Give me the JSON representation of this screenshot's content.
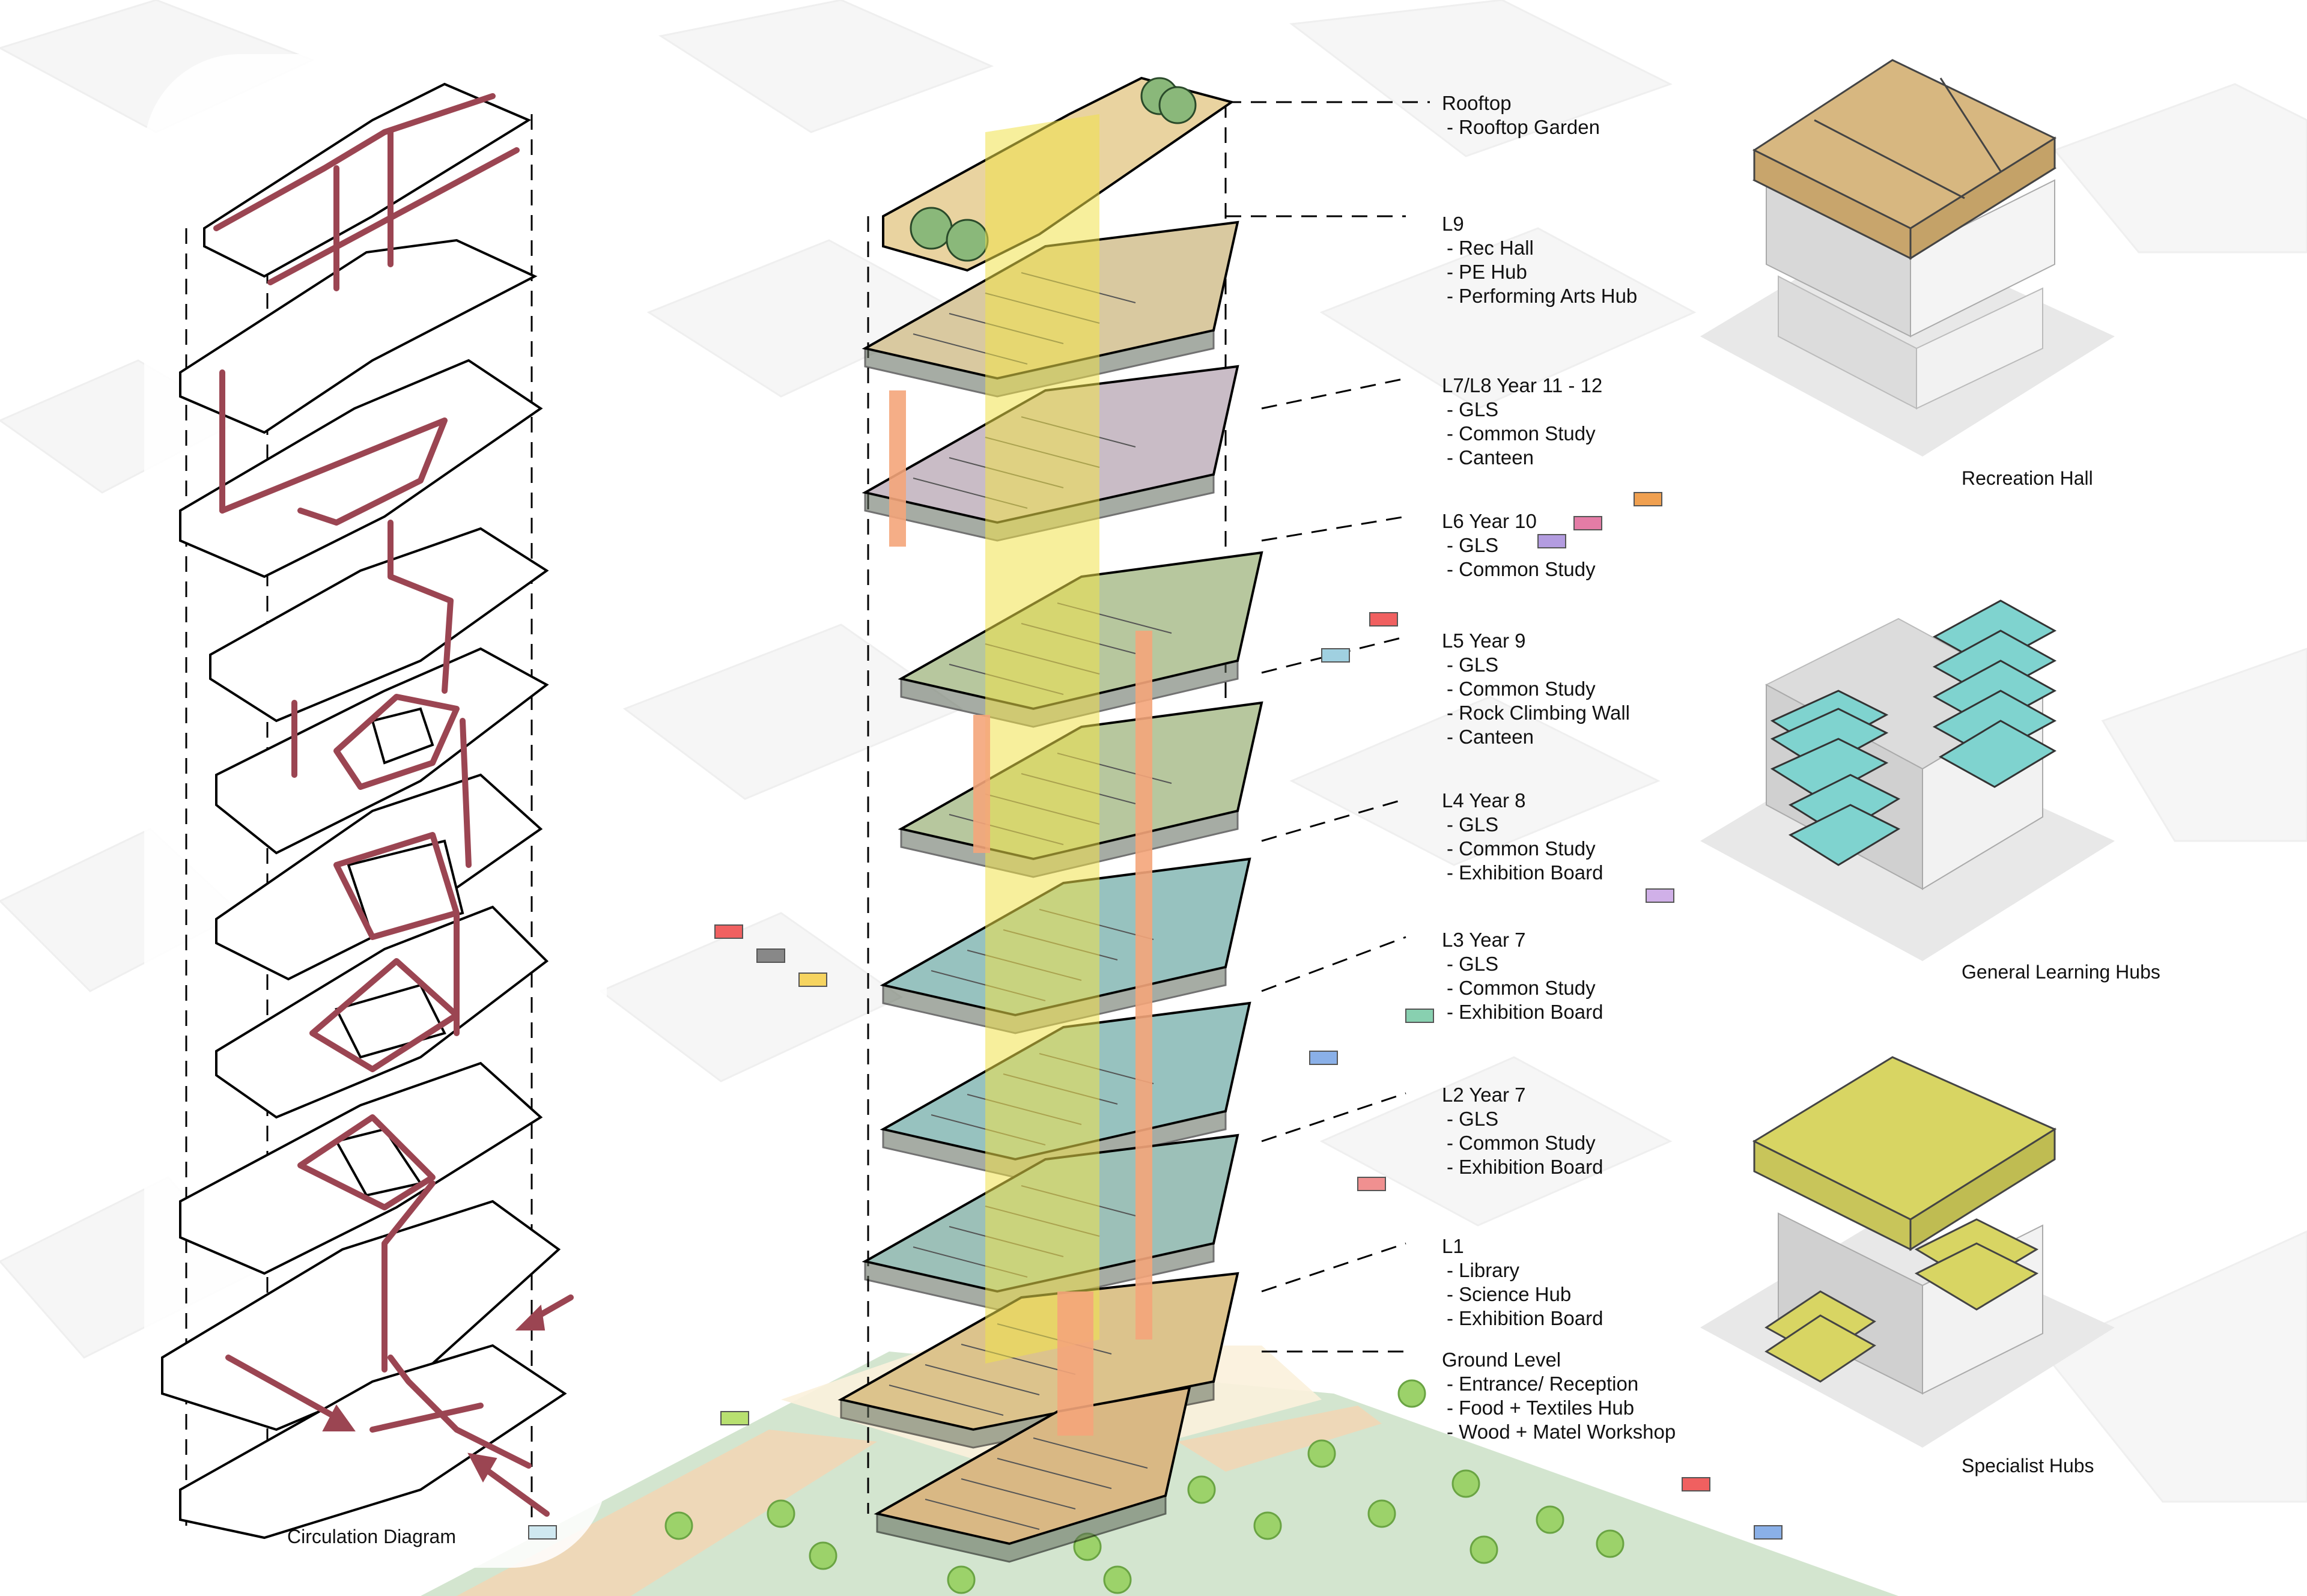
{
  "captions": {
    "circulation": "Circulation Diagram",
    "recreation": "Recreation Hall",
    "general": "General Learning Hubs",
    "specialist": "Specialist Hubs"
  },
  "levels": [
    {
      "id": "rooftop",
      "title": "Rooftop",
      "items": [
        "- Rooftop Garden"
      ]
    },
    {
      "id": "l9",
      "title": "L9",
      "items": [
        "- Rec Hall",
        "- PE Hub",
        "- Performing Arts Hub"
      ]
    },
    {
      "id": "l7l8",
      "title": "L7/L8     Year 11 - 12",
      "items": [
        "- GLS",
        "- Common Study",
        "- Canteen"
      ]
    },
    {
      "id": "l6",
      "title": "L6     Year 10",
      "items": [
        "- GLS",
        "- Common Study"
      ]
    },
    {
      "id": "l5",
      "title": "L5     Year 9",
      "items": [
        "- GLS",
        "- Common Study",
        "- Rock Climbing Wall",
        "- Canteen"
      ]
    },
    {
      "id": "l4",
      "title": "L4     Year 8",
      "items": [
        "- GLS",
        "- Common Study",
        "- Exhibition Board"
      ]
    },
    {
      "id": "l3",
      "title": "L3     Year 7",
      "items": [
        "- GLS",
        "- Common Study",
        "- Exhibition Board"
      ]
    },
    {
      "id": "l2",
      "title": "L2     Year 7",
      "items": [
        "- GLS",
        "- Common Study",
        "- Exhibition Board"
      ]
    },
    {
      "id": "l1",
      "title": "L1",
      "items": [
        "- Library",
        "- Science Hub",
        "- Exhibition Board"
      ]
    },
    {
      "id": "ground",
      "title": "Ground Level",
      "items": [
        "- Entrance/ Reception",
        "- Food + Textiles Hub",
        "- Wood + Matel Workshop"
      ]
    }
  ],
  "colors": {
    "circulation_path": "#9b4552",
    "rooftop": "#e9d3a0",
    "recreation_hub": "#d7b780",
    "general_hub": "#7fd3cf",
    "specialist_hub": "#d8d563",
    "void_shaft": "#f1e24a",
    "lift_core": "#f4a57a",
    "park": "#d3e5cf",
    "path": "#f2d6b4"
  }
}
